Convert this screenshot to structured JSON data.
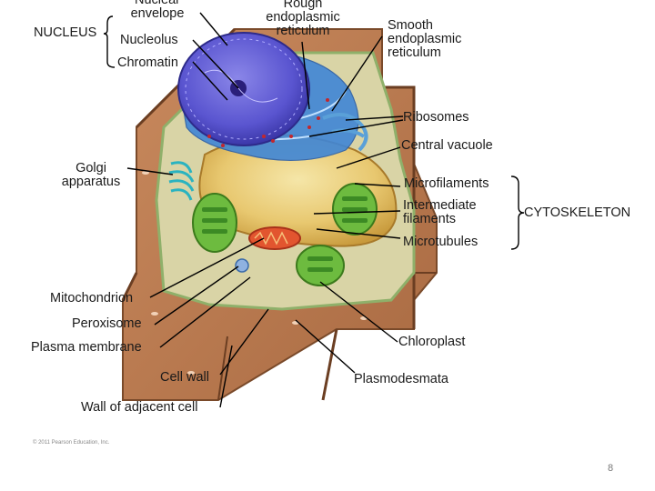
{
  "labels": {
    "nuclear_envelope": "Nuclear\nenvelope",
    "nucleus": "NUCLEUS",
    "nucleolus": "Nucleolus",
    "chromatin": "Chromatin",
    "rough_er": "Rough\nendoplasmic\nreticulum",
    "smooth_er": "Smooth\nendoplasmic\nreticulum",
    "ribosomes": "Ribosomes",
    "central_vacuole": "Central vacuole",
    "golgi": "Golgi\napparatus",
    "microfilaments": "Microfilaments",
    "intermediate_filaments": "Intermediate\nfilaments",
    "microtubules": "Microtubules",
    "cytoskeleton": "CYTOSKELETON",
    "mitochondrion": "Mitochondrion",
    "peroxisome": "Peroxisome",
    "plasma_membrane": "Plasma membrane",
    "chloroplast": "Chloroplast",
    "cell_wall": "Cell wall",
    "plasmodesmata": "Plasmodesmata",
    "wall_adjacent": "Wall of adjacent cell"
  },
  "footer": {
    "copyright": "© 2011 Pearson Education, Inc.",
    "page_number": "8"
  }
}
